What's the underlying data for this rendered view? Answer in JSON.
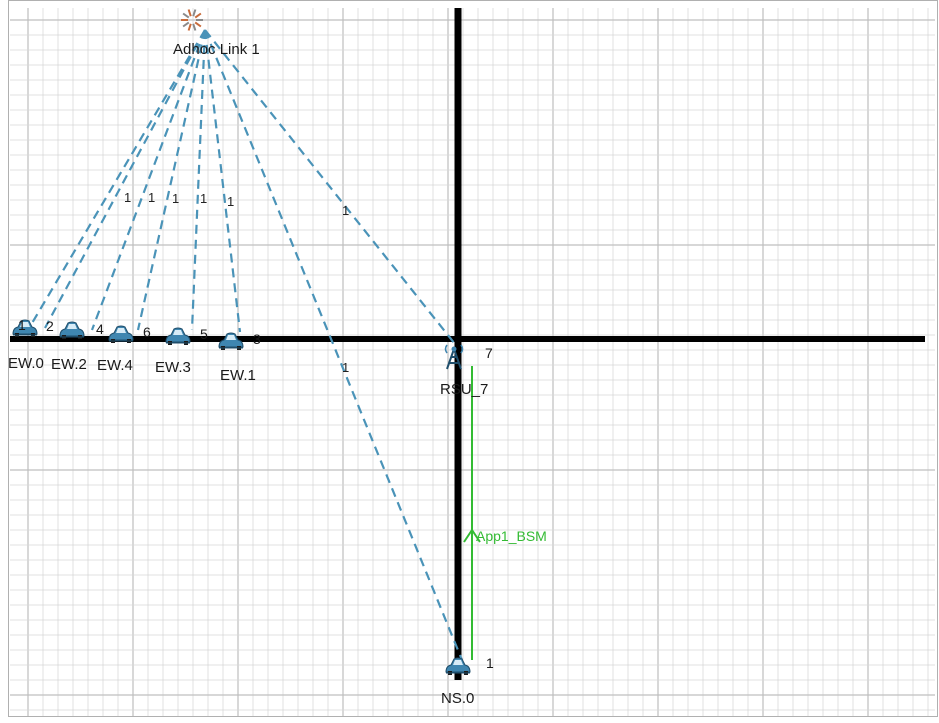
{
  "colors": {
    "grid_minor": "#d6d6d6",
    "grid_major": "#bfbfbf",
    "road": "#000000",
    "link": "#4a93b8",
    "app": "#33bb33",
    "vehicle": "#3f86b0",
    "frame": "#b0b0b0"
  },
  "adhoc_link": {
    "label": "Adhoc Link 1",
    "icon": "adhoc-link-icon"
  },
  "link_labels": [
    "1",
    "1",
    "1",
    "1",
    "1",
    "1",
    "1"
  ],
  "vehicles": [
    {
      "id": "ew0",
      "label": "EW.0",
      "port": "1",
      "icon": "car-icon"
    },
    {
      "id": "ew2",
      "label": "EW.2",
      "port": "2",
      "icon": "car-icon"
    },
    {
      "id": "ew4",
      "label": "EW.4",
      "port": "4",
      "icon": "car-icon"
    },
    {
      "id": "ew3",
      "label": "EW.3",
      "port": "6",
      "icon": "car-icon"
    },
    {
      "id": "ew1",
      "label": "EW.1",
      "port": "5",
      "icon": "car-icon"
    }
  ],
  "ew1_port": "3",
  "rsu": {
    "label": "RSU_7",
    "port": "7",
    "icon": "rsu-antenna-icon"
  },
  "ns_vehicle": {
    "label": "NS.0",
    "port": "1",
    "icon": "car-icon"
  },
  "application": {
    "label": "App1_BSM",
    "icon": "app-flow-arrow-icon"
  }
}
